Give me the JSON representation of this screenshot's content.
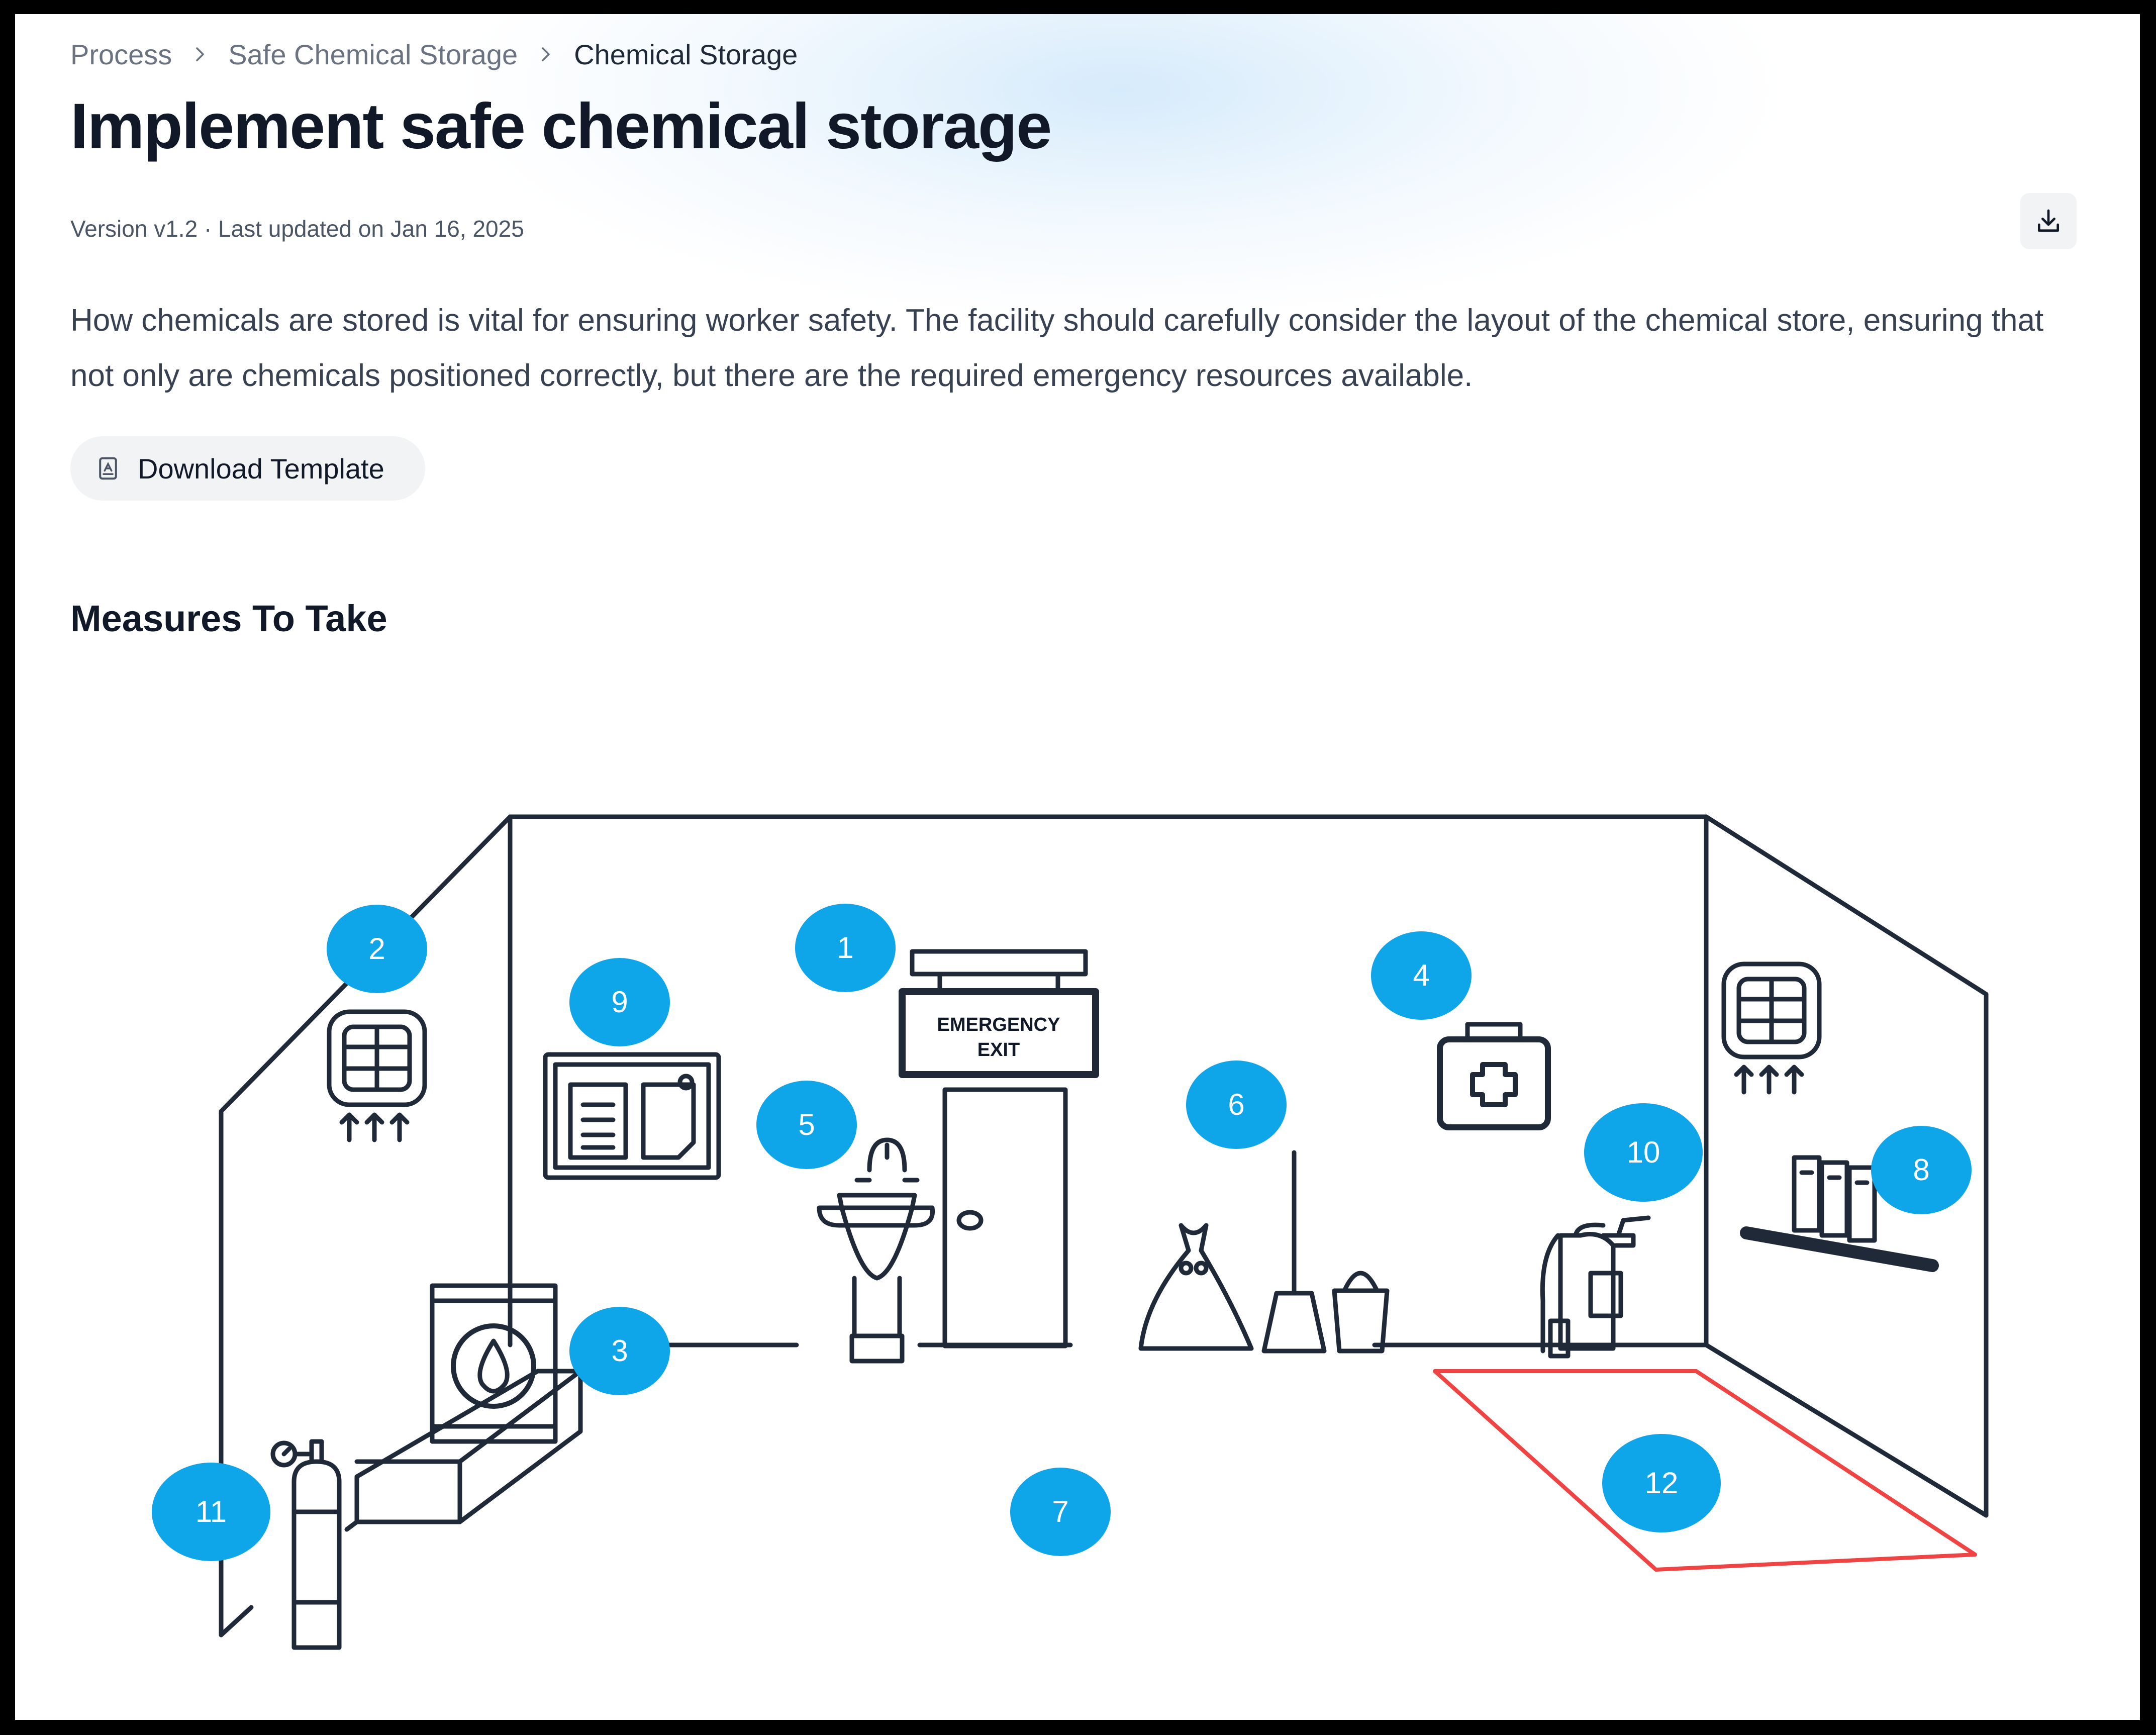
{
  "breadcrumb": {
    "items": [
      "Process",
      "Safe Chemical Storage",
      "Chemical Storage"
    ]
  },
  "page": {
    "title": "Implement safe chemical storage",
    "meta": "Version v1.2 · Last updated on Jan 16, 2025",
    "description": "How chemicals are stored is vital for ensuring worker safety. The facility should carefully consider the layout of the chemical store, ensuring that not only are chemicals positioned correctly, but there are the required emergency resources available.",
    "download_template_label": "Download Template",
    "section_title": "Measures To Take"
  },
  "illustration": {
    "exit_sign_line1": "EMERGENCY",
    "exit_sign_line2": "EXIT",
    "marker_color": "#0ea5e9",
    "floor_zone_color": "#ef4444",
    "markers": [
      "1",
      "2",
      "3",
      "4",
      "5",
      "6",
      "7",
      "8",
      "9",
      "10",
      "11",
      "12"
    ]
  },
  "icons": {
    "breadcrumb_separator": "chevron-right-icon",
    "download": "download-icon",
    "template": "document-icon"
  }
}
